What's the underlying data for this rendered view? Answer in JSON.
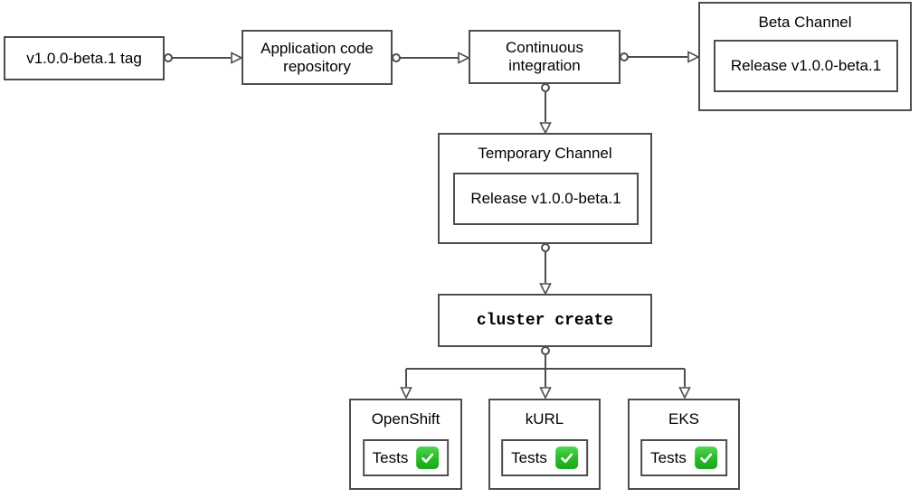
{
  "nodes": {
    "tag": {
      "label": "v1.0.0-beta.1 tag"
    },
    "repo": {
      "label": "Application code repository"
    },
    "ci": {
      "label": "Continuous integration"
    },
    "beta": {
      "title": "Beta Channel",
      "release": "Release v1.0.0-beta.1"
    },
    "temp": {
      "title": "Temporary Channel",
      "release": "Release v1.0.0-beta.1"
    },
    "cluster": {
      "label": "cluster create"
    },
    "clusters": [
      {
        "title": "OpenShift",
        "tests_label": "Tests",
        "status": "passed"
      },
      {
        "title": "kURL",
        "tests_label": "Tests",
        "status": "passed"
      },
      {
        "title": "EKS",
        "tests_label": "Tests",
        "status": "passed"
      }
    ]
  },
  "colors": {
    "border": "#4d4d4d",
    "background": "#ffffff",
    "check_green": "#2cbd2c",
    "text": "#000000"
  }
}
